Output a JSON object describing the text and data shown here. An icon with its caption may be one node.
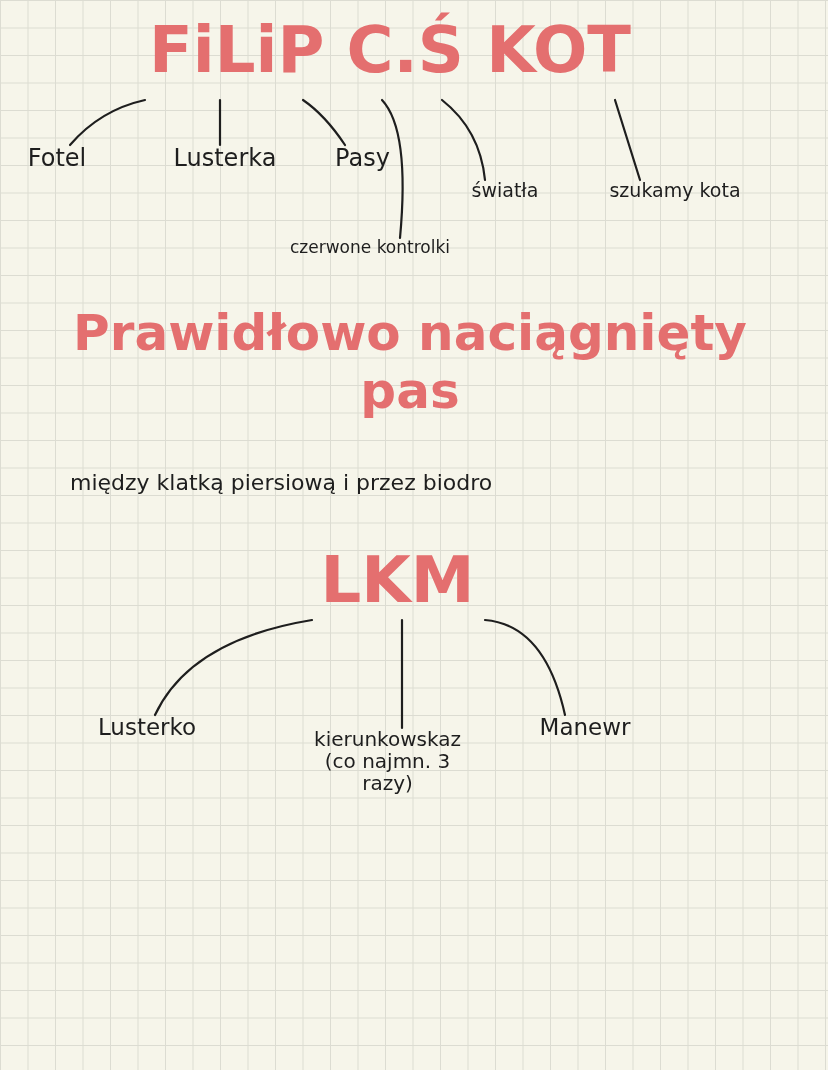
{
  "diagram": {
    "nodes": [
      {
        "text": [
          "FiLiP C.Ś KOT"
        ]
      },
      {
        "text": [
          "Fotel"
        ]
      },
      {
        "text": [
          "Lusterka"
        ]
      },
      {
        "text": [
          "Pasy"
        ]
      },
      {
        "text": [
          "czerwone kontrolki"
        ]
      },
      {
        "text": [
          "światła"
        ]
      },
      {
        "text": [
          "szukamy kota"
        ]
      },
      {
        "text": [
          "LKM"
        ]
      },
      {
        "text": [
          "Lusterko"
        ]
      },
      {
        "text": [
          "kierunkowskaz (co najmn. 3 razy)"
        ]
      },
      {
        "text": [
          "Manewr"
        ]
      }
    ],
    "edges": [
      {
        "from": 0,
        "to": 1,
        "arrow": "none"
      },
      {
        "from": 0,
        "to": 2,
        "arrow": "none"
      },
      {
        "from": 0,
        "to": 3,
        "arrow": "none"
      },
      {
        "from": 0,
        "to": 4,
        "arrow": "none"
      },
      {
        "from": 0,
        "to": 5,
        "arrow": "none"
      },
      {
        "from": 0,
        "to": 6,
        "arrow": "none"
      },
      {
        "from": 7,
        "to": 8,
        "arrow": "none"
      },
      {
        "from": 7,
        "to": 9,
        "arrow": "none"
      },
      {
        "from": 7,
        "to": 10,
        "arrow": "none"
      }
    ],
    "labels": [
      "Prawidłowo naciągnięty pas",
      "między klatką piersiową i przez biodro"
    ]
  }
}
